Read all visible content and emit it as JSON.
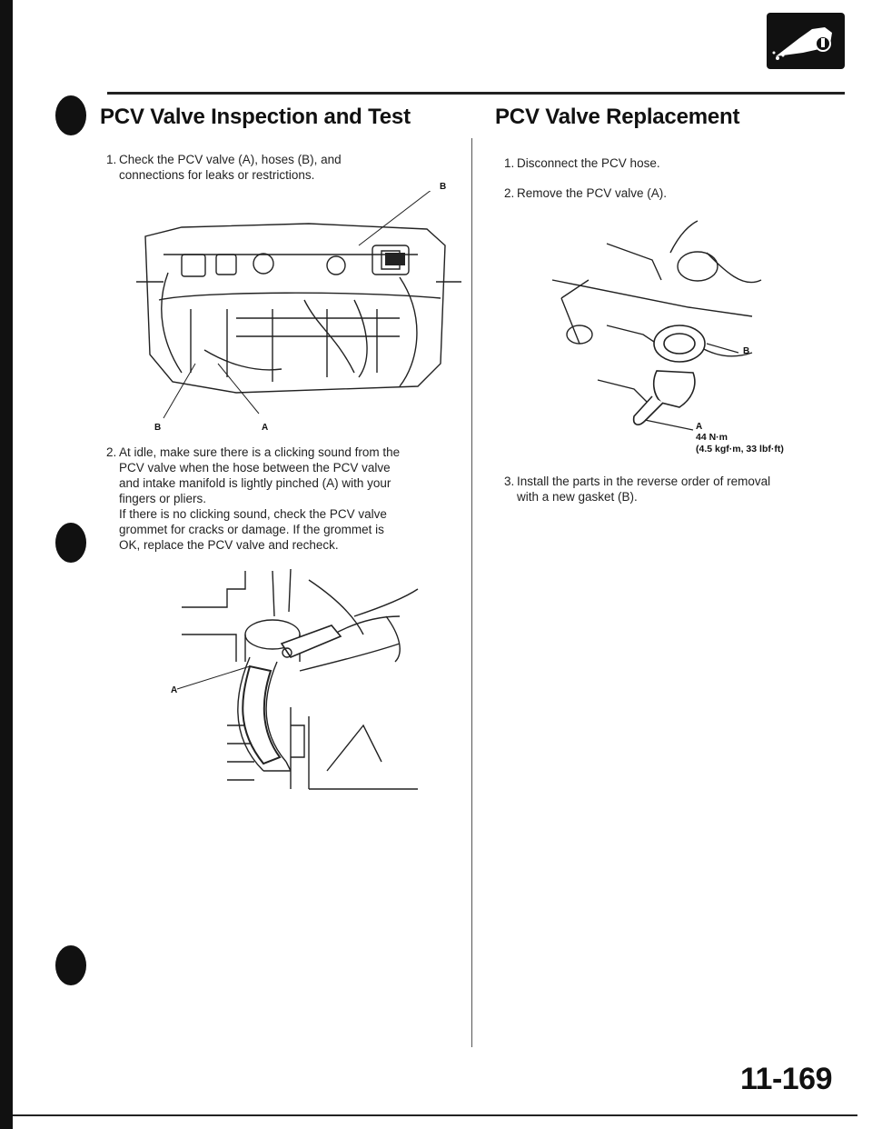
{
  "left_section": {
    "title": "PCV Valve Inspection and Test",
    "steps": [
      {
        "number": "1.",
        "lines": [
          "Check the PCV valve (A), hoses (B), and",
          "connections for leaks or restrictions."
        ]
      },
      {
        "number": "2.",
        "lines": [
          "At idle, make sure there is a clicking sound from the",
          "PCV valve when the hose between the PCV valve",
          "and intake manifold is lightly pinched (A) with your",
          "fingers or pliers.",
          "If there is no clicking sound, check the PCV valve",
          "grommet for cracks or damage. If the grommet is",
          "OK, replace the PCV valve and recheck."
        ]
      }
    ],
    "figure1_labels": {
      "b_top": "B",
      "b_bottom": "B",
      "a_bottom": "A"
    },
    "figure2_labels": {
      "a": "A"
    }
  },
  "right_section": {
    "title": "PCV Valve Replacement",
    "steps": [
      {
        "number": "1.",
        "lines": [
          "Disconnect the PCV hose."
        ]
      },
      {
        "number": "2.",
        "lines": [
          "Remove the PCV valve (A)."
        ]
      },
      {
        "number": "3.",
        "lines": [
          "Install the parts in the reverse order of removal",
          "with a new gasket (B)."
        ]
      }
    ],
    "figure_labels": {
      "b": "B",
      "a": "A"
    },
    "torque": {
      "metric": "44 N·m",
      "imperial": "(4.5 kgf·m, 33 lbf·ft)"
    }
  },
  "page_number": "11-169",
  "header_icon": "car-exhaust-icon"
}
